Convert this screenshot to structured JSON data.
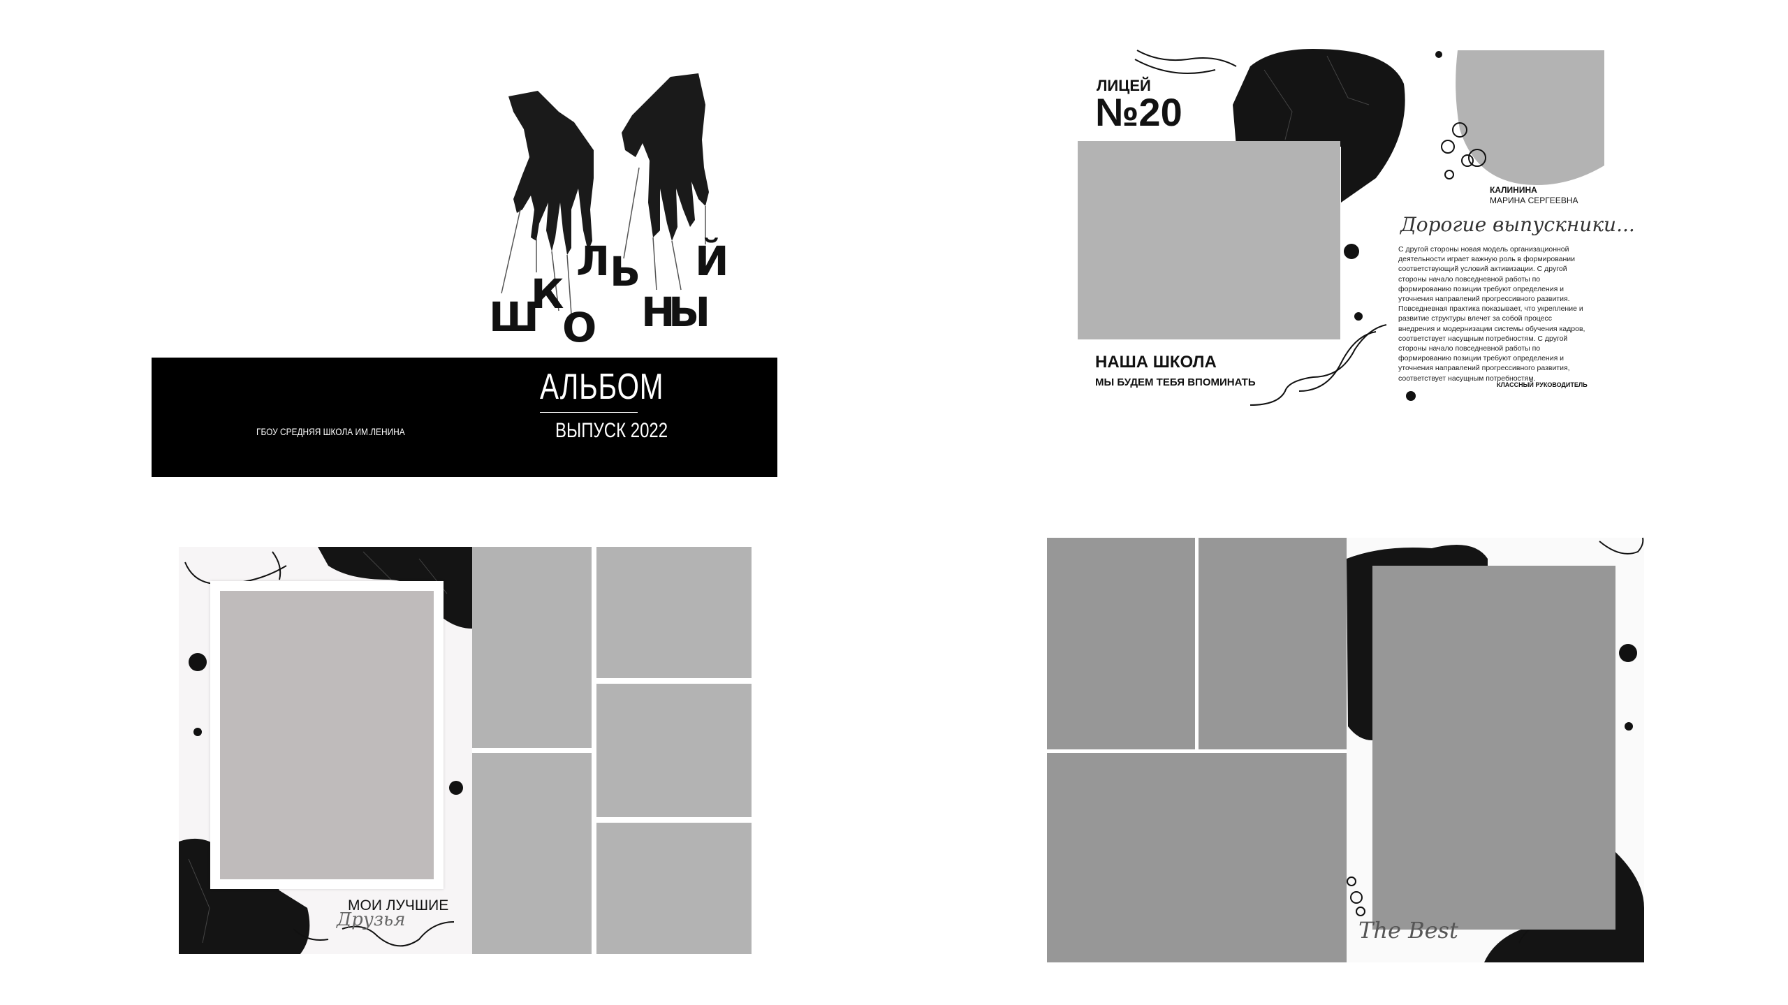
{
  "cover": {
    "title_letters": [
      "Ш",
      "К",
      "О",
      "Л",
      "Ь",
      "Н",
      "Ы",
      "Й"
    ],
    "album": "АЛЬБОМ",
    "release": "ВЫПУСК 2022",
    "school": "ГБОУ СРЕДНЯЯ ШКОЛА ИМ.ЛЕНИНА"
  },
  "intro": {
    "lyceum": "ЛИЦЕЙ",
    "number": "№20",
    "heading": "НАША ШКОЛА",
    "subheading": "МЫ БУДЕМ ТЕБЯ ВПОМИНАТЬ",
    "teacher_surname": "КАЛИНИНА",
    "teacher_name": "МАРИНА СЕРГЕЕВНА",
    "greeting": "Дорогие выпускники...",
    "body": "С другой стороны новая модель организационной деятельности играет важную роль в формировании соответствующий условий активизации. С другой стороны начало повседневной работы по формированию позиции требуют определения и уточнения направлений прогрессивного развития. Повседневная практика показывает, что укрепление и развитие структуры влечет за собой процесс внедрения и модернизации системы обучения кадров, соответствует насущным потребностям. С другой стороны начало повседневной работы по формированию позиции требуют определения и уточнения направлений прогрессивного развития, соответствует насущным потребностям.",
    "role": "КЛАССНЫЙ РУКОВОДИТЕЛЬ"
  },
  "friends": {
    "caption": "МОИ ЛУЧШИЕ",
    "script": "Друзья"
  },
  "best": {
    "script": "The Best"
  },
  "colors": {
    "placeholder": "#b3b3b3",
    "placeholder_dark": "#979797",
    "band": "#000000",
    "marble": "#111111"
  }
}
